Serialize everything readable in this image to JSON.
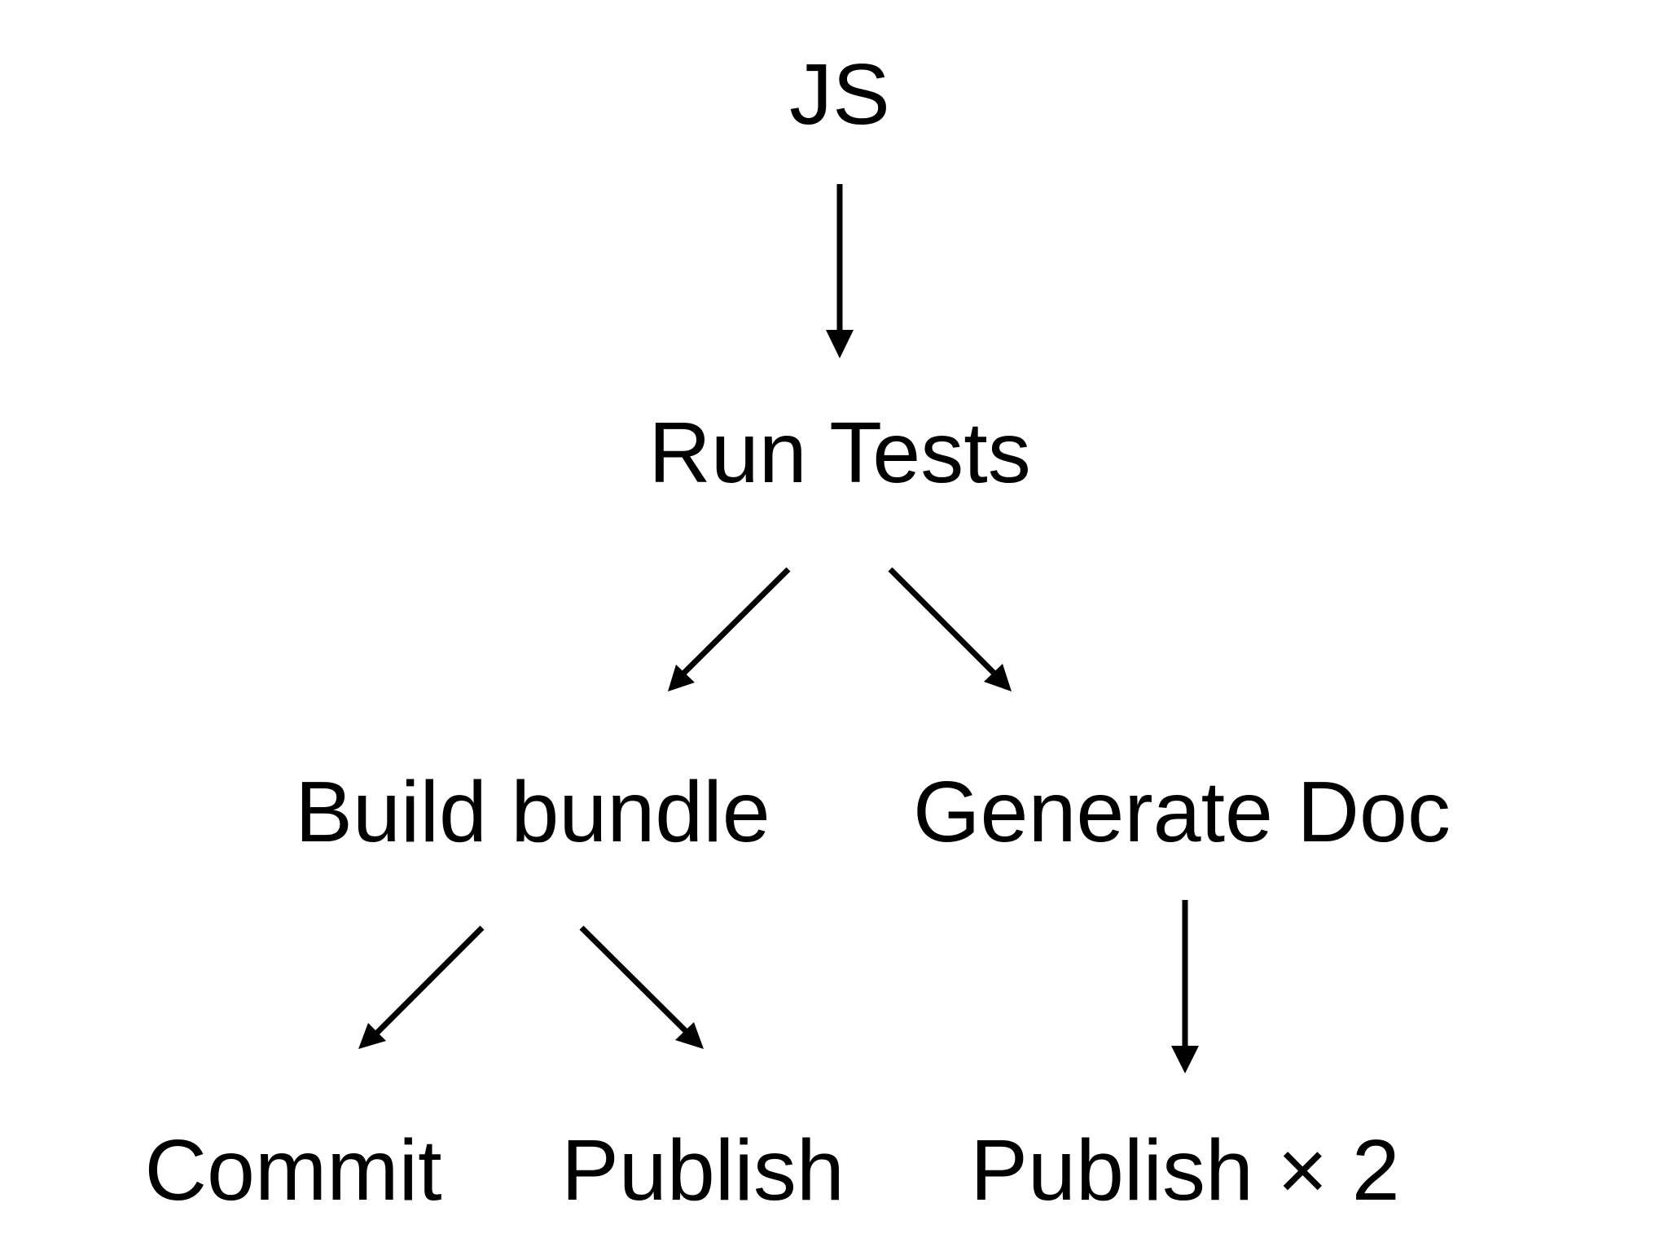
{
  "diagram": {
    "nodes": {
      "js": "JS",
      "run_tests": "Run Tests",
      "build_bundle": "Build bundle",
      "generate_doc": "Generate Doc",
      "commit": "Commit",
      "publish": "Publish",
      "publish_2": "Publish × 2"
    },
    "edges": [
      {
        "from": "JS",
        "to": "Run Tests"
      },
      {
        "from": "Run Tests",
        "to": "Build bundle"
      },
      {
        "from": "Run Tests",
        "to": "Generate Doc"
      },
      {
        "from": "Build bundle",
        "to": "Commit"
      },
      {
        "from": "Build bundle",
        "to": "Publish"
      },
      {
        "from": "Generate Doc",
        "to": "Publish × 2"
      }
    ],
    "colors": {
      "background": "#ffffff",
      "ink": "#000000"
    }
  }
}
